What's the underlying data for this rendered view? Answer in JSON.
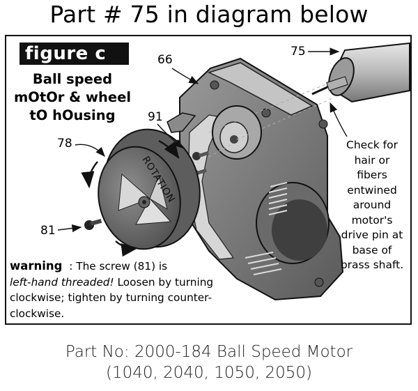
{
  "header": {
    "title": "Part # 75 in diagram below"
  },
  "figure": {
    "label": "figure   c",
    "description_lines": [
      "Ball speed",
      "mOtOr & wheel",
      "tO hOusing"
    ]
  },
  "callouts": {
    "motor": "75",
    "housing": "66",
    "screws": "91",
    "wheel": "78",
    "wheel_screw": "81",
    "rotation_label": "ROTATION"
  },
  "note_lines": [
    "Check for",
    "hair or",
    "fibers",
    "entwined",
    "around",
    "motor's",
    "drive pin at",
    "base of",
    "brass shaft."
  ],
  "warning": {
    "title": "warning",
    "colon": "  : ",
    "part1": "The screw (81) is",
    "emphasis": "left-hand threaded!",
    "part2": " Loosen by turning clockwise; tighten by turning counter-clockwise."
  },
  "footer": {
    "line1": "Part No: 2000-184 Ball Speed Motor",
    "line2": "(1040, 2040, 1050, 2050)"
  }
}
